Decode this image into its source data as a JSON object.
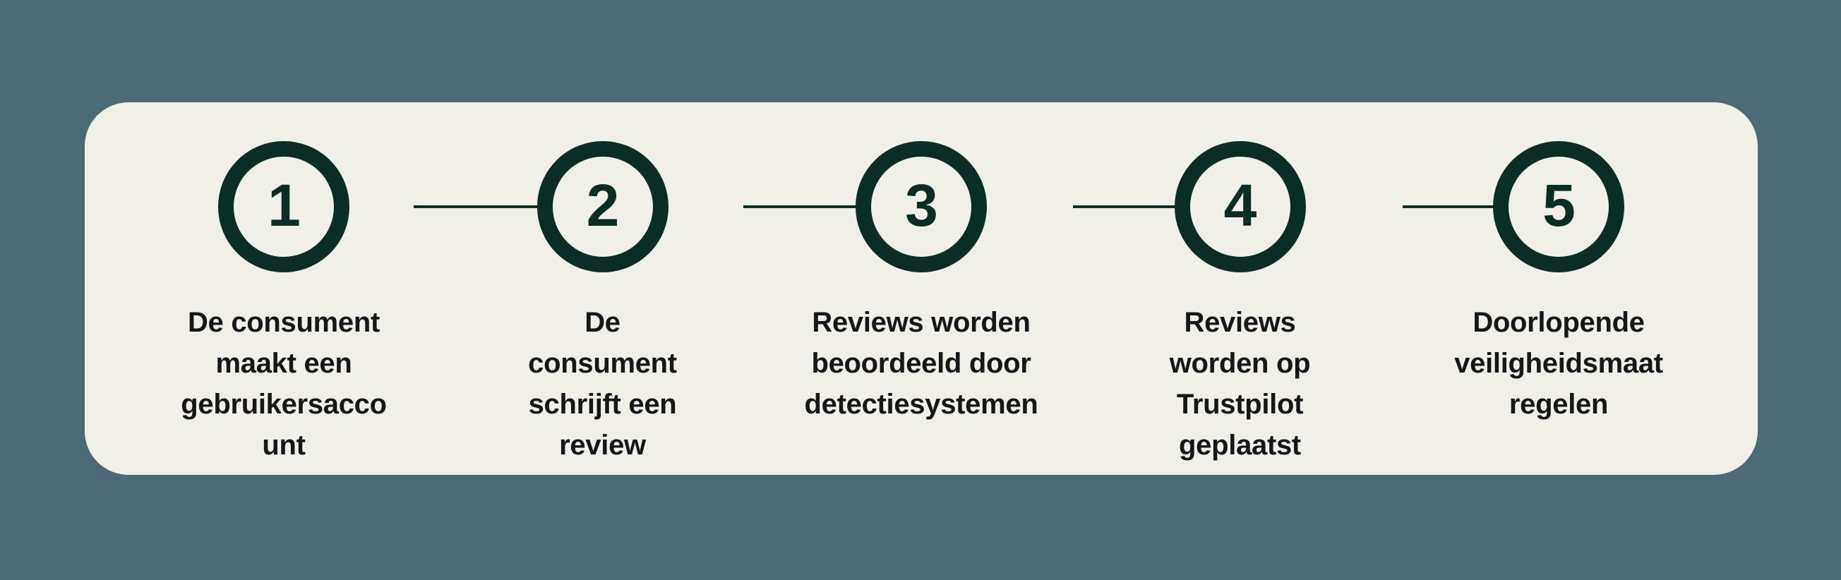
{
  "theme": {
    "page_background": "#4C6B74",
    "card_background": "#F0EFE8",
    "accent_green": "#0A2E26",
    "text_color": "#17171A"
  },
  "diagram": {
    "type": "horizontal-step-process",
    "step_count": 5,
    "steps": [
      {
        "number": "1",
        "label": "De consument\nmaakt een\ngebruikersacco\nunt"
      },
      {
        "number": "2",
        "label": "De\nconsument\nschrijft een\nreview"
      },
      {
        "number": "3",
        "label": "Reviews worden\nbeoordeeld door\ndetectiesystemen"
      },
      {
        "number": "4",
        "label": "Reviews\nworden op\nTrustpilot\ngeplaatst"
      },
      {
        "number": "5",
        "label": "Doorlopende\nveiligheidsmaat\nregelen"
      }
    ]
  }
}
